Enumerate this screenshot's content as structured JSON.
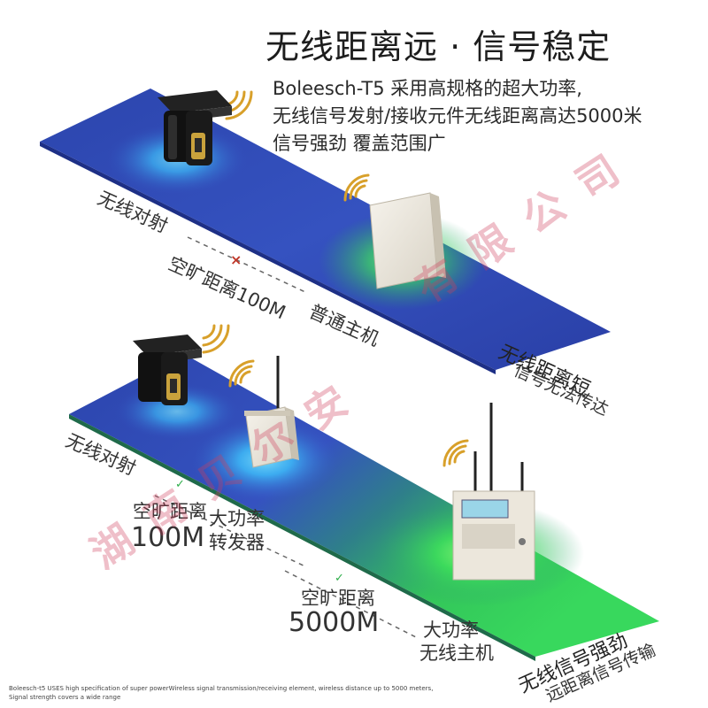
{
  "headline": "无线距离远 · 信号稳定",
  "intro": {
    "line1": "Boleesch-T5  采用高规格的超大功率,",
    "line2": "无线信号发射/接收元件无线距离高达5000米",
    "line3": "信号强劲  覆盖范围广"
  },
  "scenario_top": {
    "beam_label": "无线对射",
    "distance_label": "空旷距离100M",
    "host_label": "普通主机",
    "result_line1": "无线距离短",
    "result_line2": "信号无法传达",
    "fail_mark": "×"
  },
  "scenario_bottom": {
    "beam_label": "无线对射",
    "dist1_label": "空旷距离",
    "dist1_value": "100M",
    "relay_line1": "大功率",
    "relay_line2": "转发器",
    "dist2_label": "空旷距离",
    "dist2_value": "5000M",
    "host_line1": "大功率",
    "host_line2": "无线主机",
    "result_line1": "无线信号强劲",
    "result_line2": "远距离信号传输",
    "ok_mark": "✓"
  },
  "footer": {
    "line1": "Boleesch-t5 USES high specification of super powerWireless signal transmission/receiving element, wireless distance up to 5000 meters,",
    "line2": "Signal strength covers a wide range"
  },
  "watermark": {
    "top": "有限公司",
    "bottom": "湖南贝尔安"
  },
  "colors": {
    "strip_blue": "#2f4fb8",
    "glow_cyan": "#3fd3ff",
    "glow_green": "#2ee65a",
    "device_beige": "#ece7dc"
  }
}
